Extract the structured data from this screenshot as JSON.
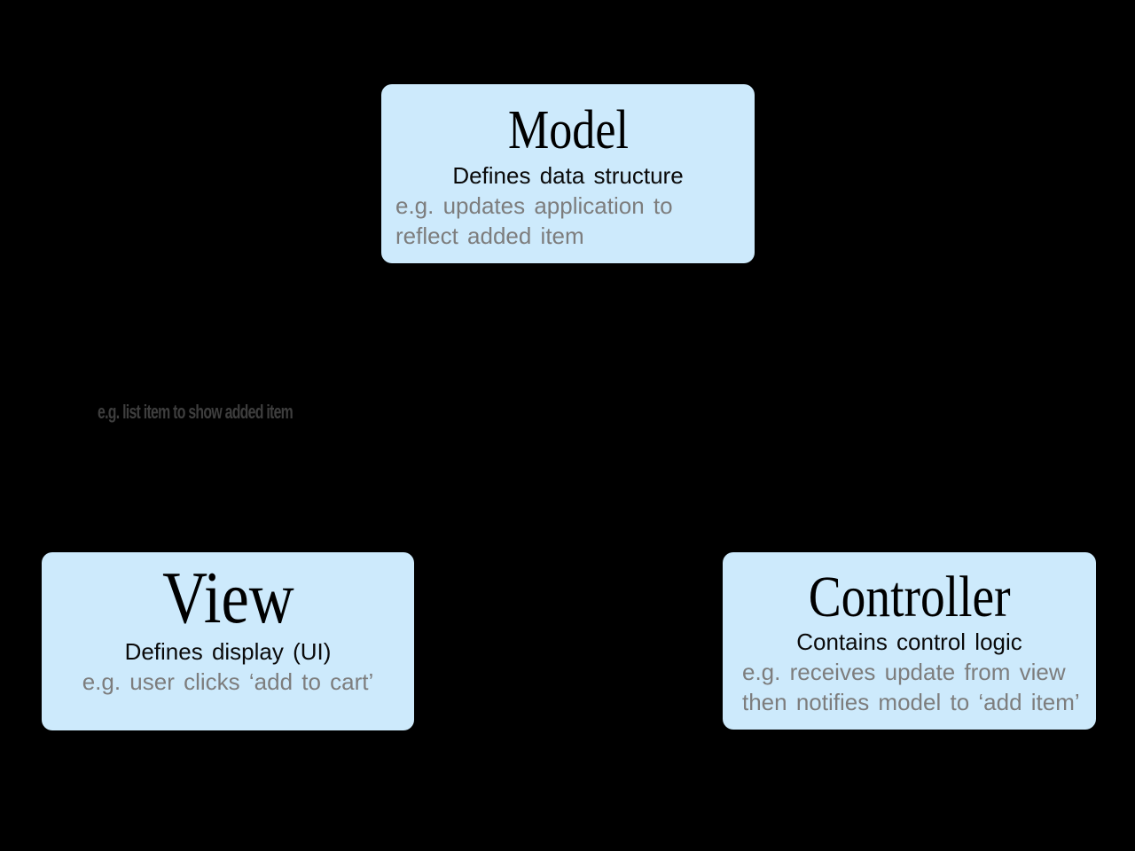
{
  "colors": {
    "background": "#000000",
    "box_fill": "#cdeafc",
    "title_text": "#000000",
    "subtitle_text": "#0a0a0a",
    "example_text": "#7d7d7d",
    "edge_label_text": "#3e3e3e"
  },
  "diagram": {
    "type": "architecture-diagram",
    "topic": "Model View Controller (MVC)",
    "nodes": {
      "model": {
        "title": "Model",
        "subtitle": "Defines data structure",
        "example": "e.g. updates application to reflect added item"
      },
      "view": {
        "title": "View",
        "subtitle": "Defines display (UI)",
        "example": "e.g. user clicks ‘add to cart’"
      },
      "controller": {
        "title": "Controller",
        "subtitle": "Contains control logic",
        "example": "e.g. receives update from view then notifies model to ‘add item’"
      }
    },
    "edge_labels": {
      "model_to_view_example": "e.g. list item to show added item"
    }
  }
}
